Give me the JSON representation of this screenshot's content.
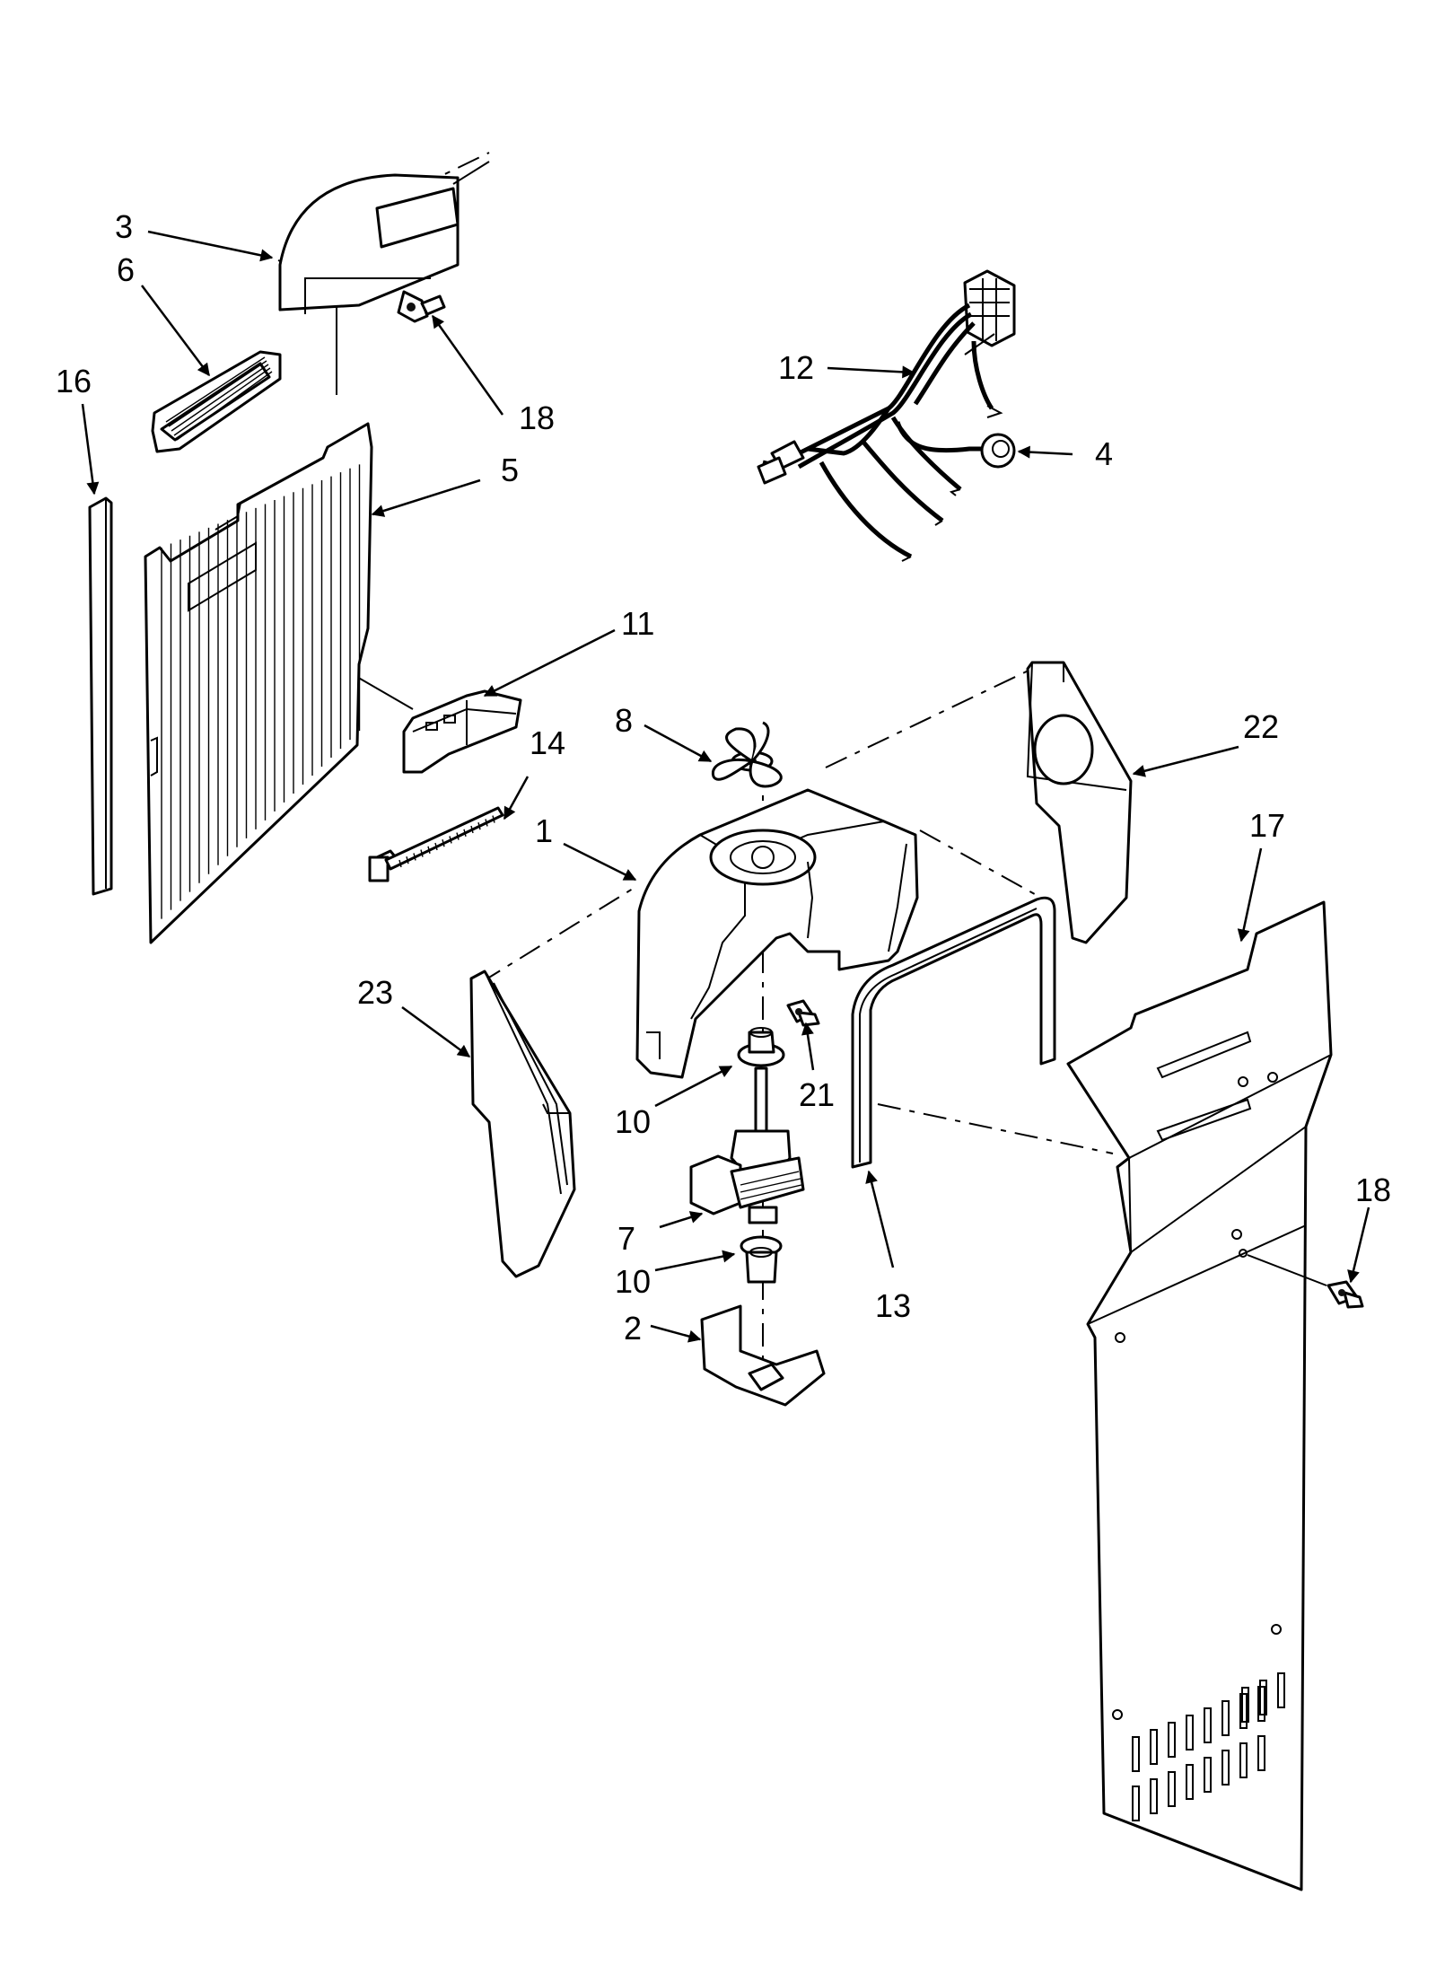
{
  "callouts": {
    "c1": "1",
    "c2": "2",
    "c3": "3",
    "c4": "4",
    "c5": "5",
    "c6": "6",
    "c7": "7",
    "c8": "8",
    "c10a": "10",
    "c10b": "10",
    "c11": "11",
    "c12": "12",
    "c13": "13",
    "c14": "14",
    "c16": "16",
    "c17": "17",
    "c18a": "18",
    "c18b": "18",
    "c21": "21",
    "c22": "22",
    "c23": "23"
  }
}
